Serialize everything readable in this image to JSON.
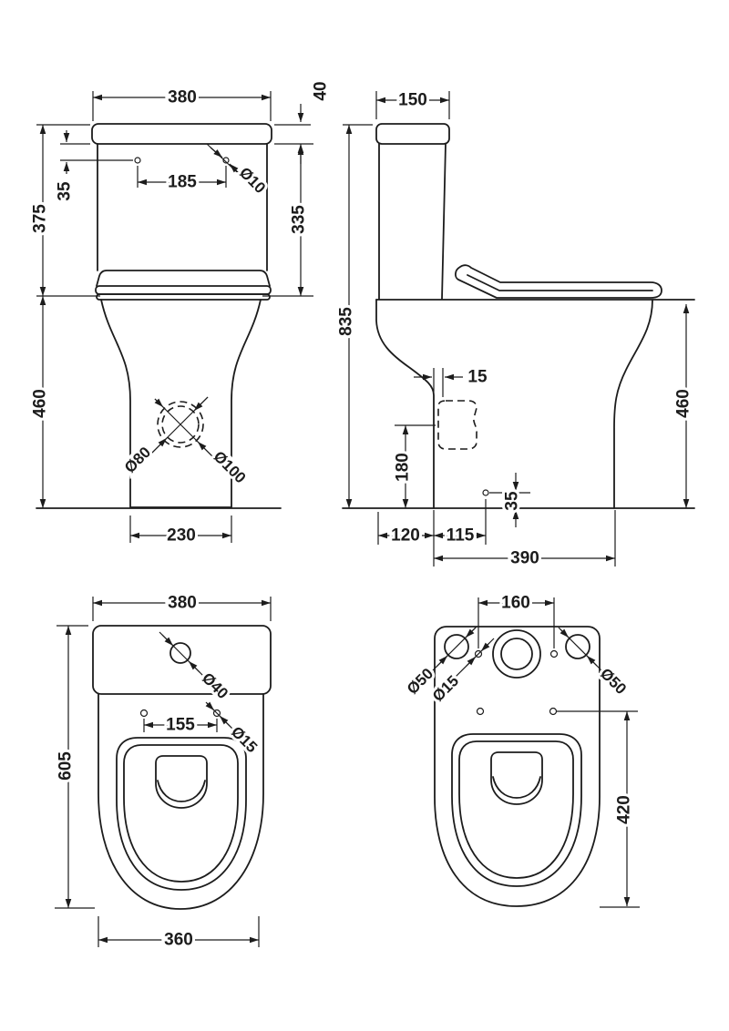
{
  "colors": {
    "line": "#1c1c1c",
    "background": "#ffffff"
  },
  "front": {
    "width": "380",
    "lid_height": "40",
    "height": "375",
    "hole_offset": "35",
    "hole_spacing": "185",
    "hole_dia": "Ø10",
    "tank_height": "335",
    "bowl_height": "460",
    "outlet_dia_inner": "Ø80",
    "outlet_dia_outer": "Ø100",
    "base_width": "230"
  },
  "side": {
    "depth": "150",
    "height": "835",
    "outlet_setback": "15",
    "outlet_center_height": "180",
    "pan_height": "460",
    "fixing_height": "35",
    "back_offset": "120",
    "fixing_setback": "115",
    "base_depth": "390"
  },
  "plan": {
    "width": "380",
    "button_dia": "Ø40",
    "seat_fixing_spacing": "155",
    "seat_fixing_dia": "Ø15",
    "depth": "605",
    "bowl_width": "360"
  },
  "fixing": {
    "inlet_spacing": "160",
    "fixing_dia_left": "Ø50",
    "inlet_dia": "Ø15",
    "fixing_dia_right": "Ø50",
    "seat_to_front": "420"
  }
}
